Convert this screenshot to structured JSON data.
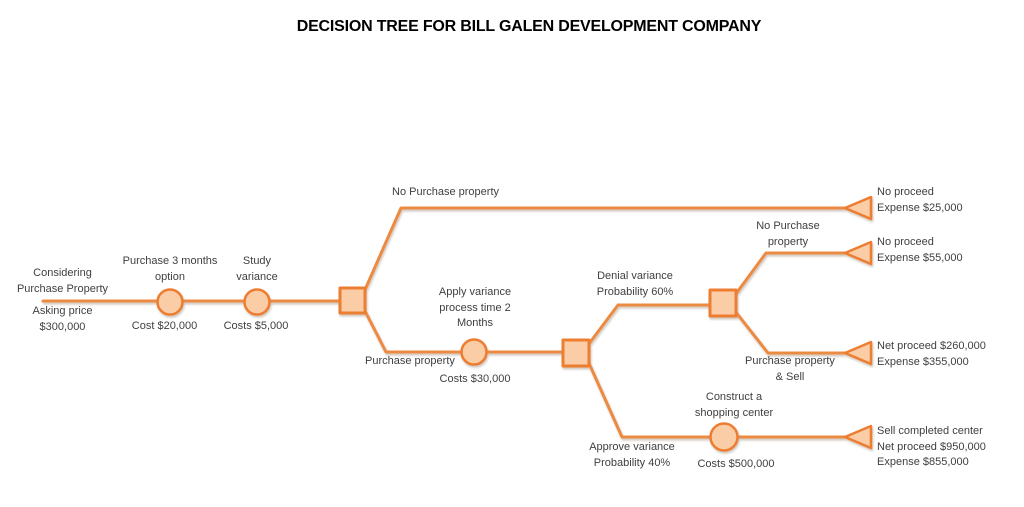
{
  "title": "DECISION TREE FOR BILL GALEN DEVELOPMENT COMPANY",
  "colors": {
    "accent_stroke": "#ED7D31",
    "connector_line": "#ED8A42",
    "node_fill": "#FACDA6",
    "text": "#3F3F3F"
  },
  "tree": {
    "start": {
      "line1": "Considering",
      "line2": "Purchase Property",
      "line3": "Asking price",
      "line4": "$300,000"
    },
    "option_node": {
      "label1": "Purchase 3 months",
      "label2": "option",
      "cost": "Cost $20,000"
    },
    "study_node": {
      "label1": "Study",
      "label2": "variance",
      "cost": "Costs $5,000"
    },
    "branch_no_purchase": "No Purchase property",
    "branch_purchase": "Purchase property",
    "apply_node": {
      "label1": "Apply variance",
      "label2": "process time 2",
      "label3": "Months",
      "cost": "Costs $30,000"
    },
    "branch_denial": {
      "line1": "Denial variance",
      "line2": "Probability 60%"
    },
    "branch_approve": {
      "line1": "Approve variance",
      "line2": "Probability 40%"
    },
    "branch_no_purchase_2": {
      "line1": "No Purchase",
      "line2": "property"
    },
    "branch_purchase_sell": {
      "line1": "Purchase property",
      "line2": "& Sell"
    },
    "construct_node": {
      "label1": "Construct a",
      "label2": "shopping center",
      "cost": "Costs $500,000"
    },
    "outcome_1": {
      "line1": "No proceed",
      "line2": "Expense $25,000"
    },
    "outcome_2": {
      "line1": "No proceed",
      "line2": "Expense $55,000"
    },
    "outcome_3": {
      "line1": "Net proceed $260,000",
      "line2": "Expense $355,000"
    },
    "outcome_4": {
      "line1": "Sell completed center",
      "line2": "Net proceed $950,000",
      "line3": "Expense $855,000"
    }
  }
}
